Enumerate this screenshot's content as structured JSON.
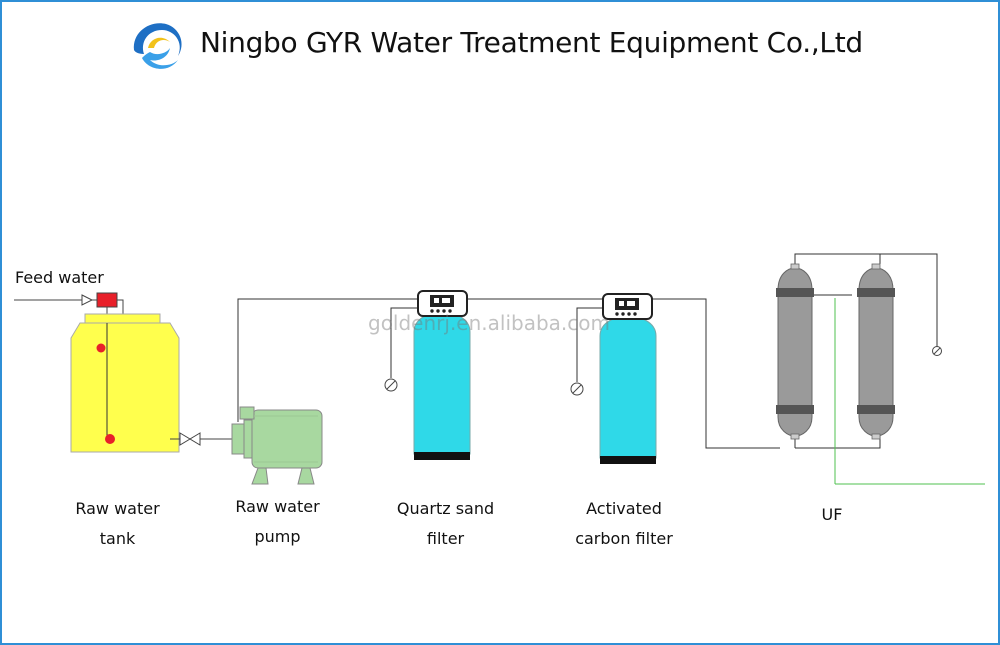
{
  "header": {
    "company_name": "Ningbo GYR Water Treatment Equipment Co.,Ltd",
    "logo_icon": "wave-swirl-logo"
  },
  "watermark": "goldenrj.en.alibaba.com",
  "diagram": {
    "feed_label": "Feed water",
    "components": [
      {
        "id": "raw-water-tank",
        "line1": "Raw water",
        "line2": "tank"
      },
      {
        "id": "raw-water-pump",
        "line1": "Raw water",
        "line2": "pump"
      },
      {
        "id": "quartz-sand-filter",
        "line1": "Quartz sand",
        "line2": "filter"
      },
      {
        "id": "activated-carbon-filter",
        "line1": "Activated",
        "line2": "carbon filter"
      },
      {
        "id": "uf",
        "line1": "UF",
        "line2": ""
      }
    ]
  },
  "colors": {
    "frame": "#2f8fd6",
    "tank": "#ffff4d",
    "pump": "#a8d8a0",
    "filter": "#2fd9e8",
    "uf": "#9a9a9a",
    "valve_red": "#e8202a"
  }
}
